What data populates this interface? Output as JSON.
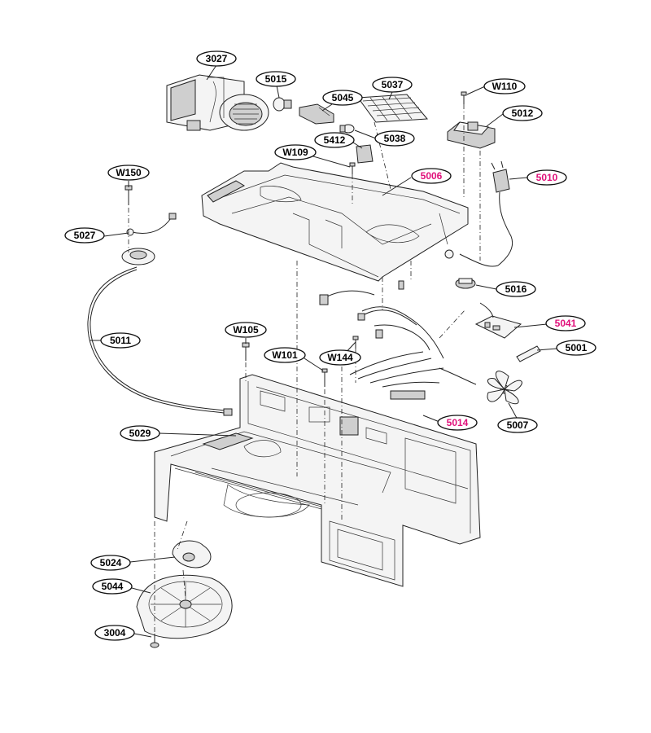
{
  "labels": {
    "p3027": "3027",
    "p5015": "5015",
    "p5045": "5045",
    "p5037": "5037",
    "pW110": "W110",
    "p5012": "5012",
    "p5412": "5412",
    "p5038": "5038",
    "pW109": "W109",
    "p5006": "5006",
    "p5010": "5010",
    "pW150": "W150",
    "p5027": "5027",
    "p5016": "5016",
    "p5041": "5041",
    "p5011": "5011",
    "pW105": "W105",
    "p5001": "5001",
    "pW101": "W101",
    "pW144": "W144",
    "p5014": "5014",
    "p5007": "5007",
    "p5029": "5029",
    "p5024": "5024",
    "p5044": "5044",
    "p3004": "3004"
  },
  "colors": {
    "normal_label": "#000000",
    "highlight_label": "#e0107a",
    "line": "#222222"
  },
  "highlighted": [
    "5006",
    "5010",
    "5041",
    "5014"
  ]
}
